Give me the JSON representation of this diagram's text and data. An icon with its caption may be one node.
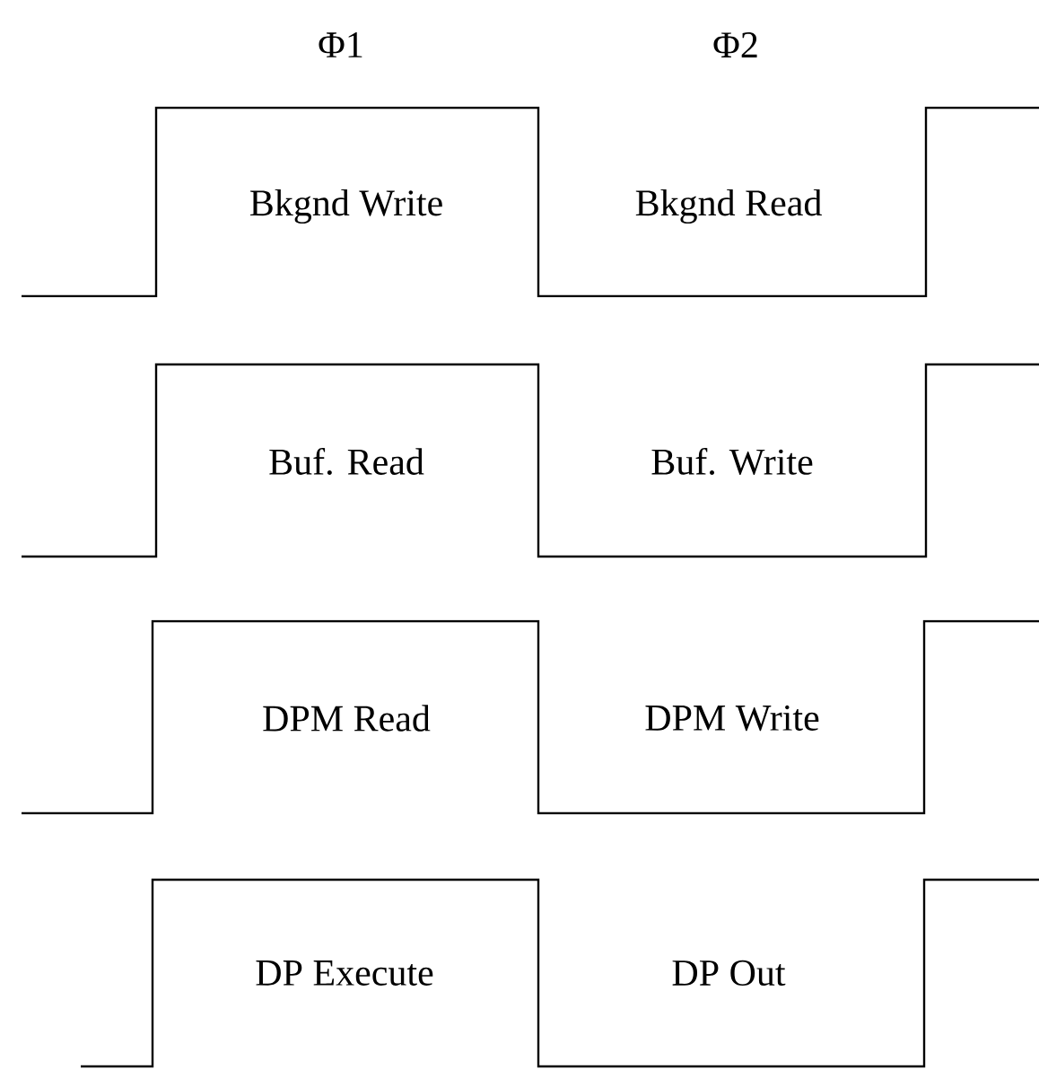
{
  "diagram": {
    "labels": [
      "Φ1",
      "Φ2",
      "Bkgnd Write",
      "Bkgnd Read",
      "Buf. Read",
      "Buf. Write",
      "DPM Read",
      "DPM Write",
      "DP Execute",
      "DP Out"
    ]
  }
}
